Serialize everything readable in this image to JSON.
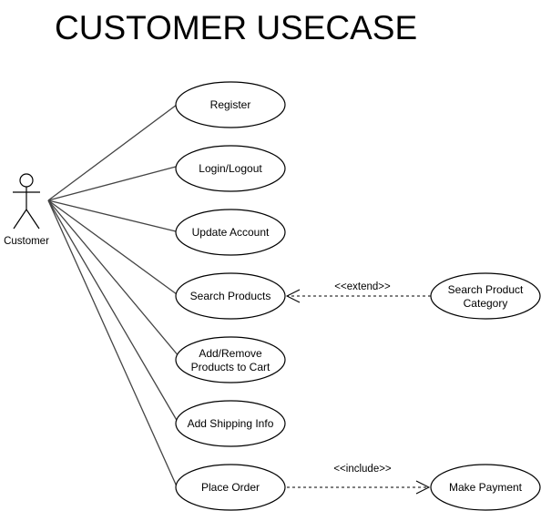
{
  "title": "CUSTOMER USECASE",
  "actor": {
    "name": "Customer"
  },
  "use_cases": {
    "register": [
      "Register"
    ],
    "login": [
      "Login/Logout"
    ],
    "update_account": [
      "Update Account"
    ],
    "search_products": [
      "Search Products"
    ],
    "add_remove": [
      "Add/Remove",
      "Products to Cart"
    ],
    "shipping": [
      "Add Shipping Info"
    ],
    "place_order": [
      "Place Order"
    ],
    "search_category": [
      "Search Product",
      "Category"
    ],
    "make_payment": [
      "Make Payment"
    ]
  },
  "relations": {
    "extend": "<<extend>>",
    "include": "<<include>>"
  }
}
